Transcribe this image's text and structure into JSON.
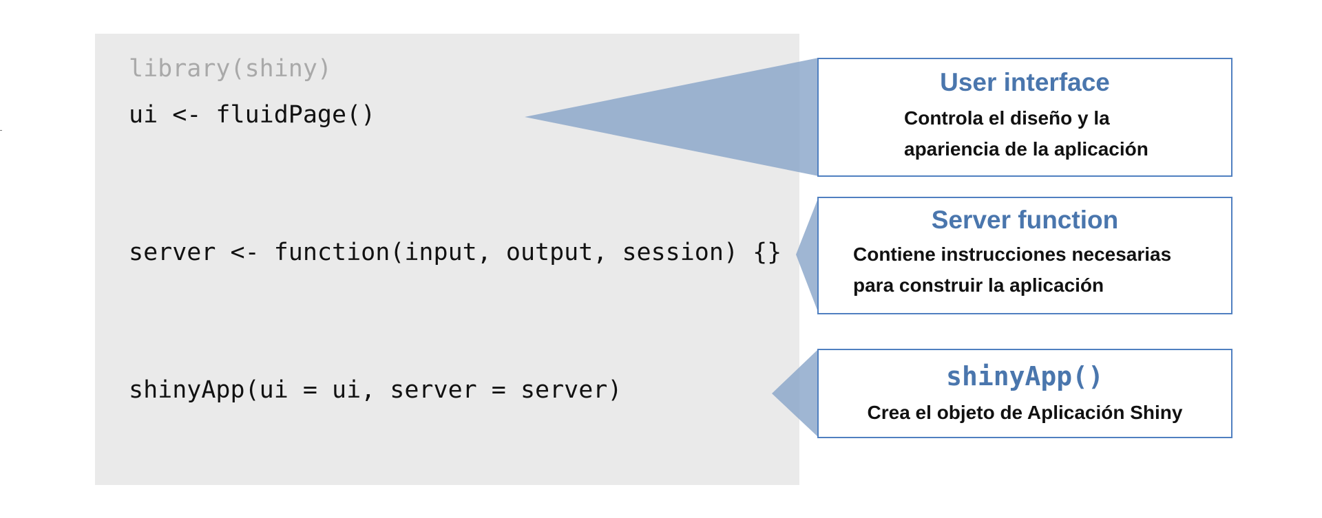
{
  "code": {
    "line_library": "library(shiny)",
    "line_ui": "ui <- fluidPage()",
    "line_server": "server <- function(input, output, session) {}",
    "line_app": "shinyApp(ui = ui, server = server)"
  },
  "callouts": {
    "ui": {
      "title": "User interface",
      "desc_line1": "Controla el diseño y la",
      "desc_line2": "apariencia de la aplicación"
    },
    "server": {
      "title": "Server function",
      "desc_line1": "Contiene instrucciones necesarias",
      "desc_line2": "para construir la aplicación"
    },
    "app": {
      "title": "shinyApp()",
      "desc_line1": "Crea el objeto de Aplicación Shiny"
    }
  },
  "colors": {
    "code_background": "#eaeaea",
    "connector_fill": "#8aa6c9",
    "box_border": "#4f7fc0",
    "title_text": "#4a76ad",
    "dim_code": "#a9a9a9"
  }
}
